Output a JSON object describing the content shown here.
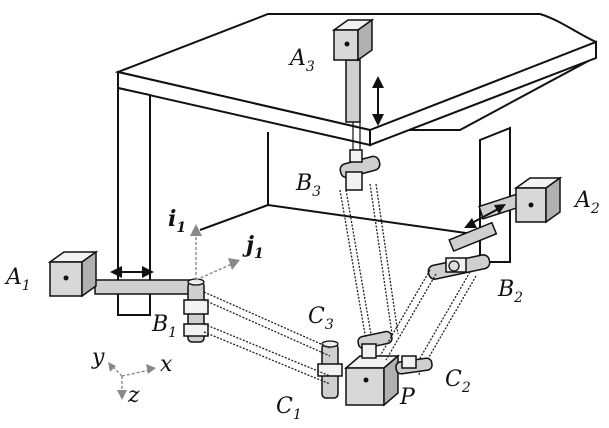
{
  "labels": {
    "A1": {
      "main": "A",
      "sub": "1"
    },
    "A2": {
      "main": "A",
      "sub": "2"
    },
    "A3": {
      "main": "A",
      "sub": "3"
    },
    "B1": {
      "main": "B",
      "sub": "1"
    },
    "B2": {
      "main": "B",
      "sub": "2"
    },
    "B3": {
      "main": "B",
      "sub": "3"
    },
    "C1": {
      "main": "C",
      "sub": "1"
    },
    "C2": {
      "main": "C",
      "sub": "2"
    },
    "C3": {
      "main": "C",
      "sub": "3"
    },
    "P": "P",
    "i1": {
      "main": "i",
      "sub": "1"
    },
    "j1": {
      "main": "j",
      "sub": "1"
    },
    "x": "x",
    "y": "y",
    "z": "z"
  }
}
